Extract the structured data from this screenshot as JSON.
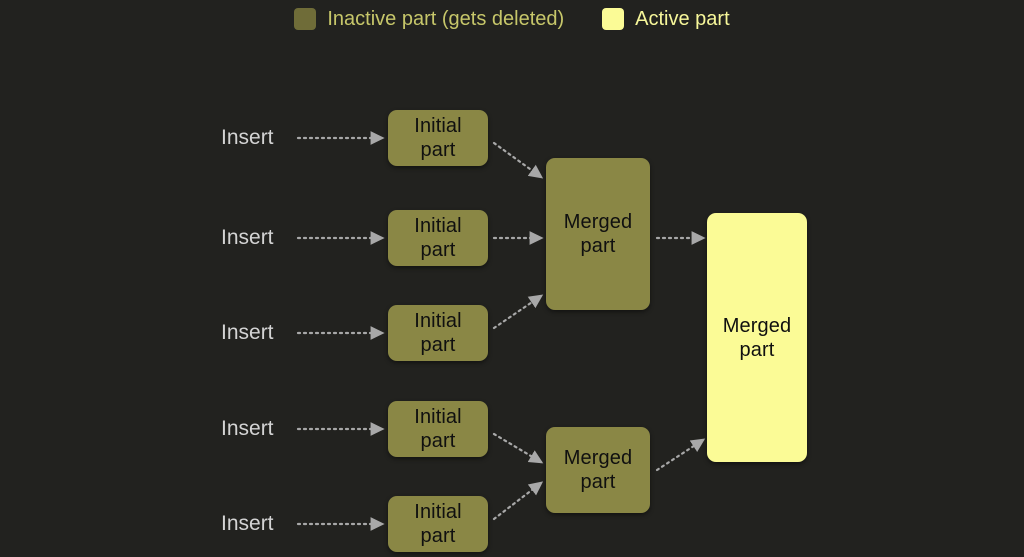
{
  "background_color": "#22221f",
  "legend": {
    "items": [
      {
        "label": "Inactive part (gets deleted)",
        "color": "#6f6c38",
        "state": "inactive"
      },
      {
        "label": "Active part",
        "color": "#fbfb96",
        "state": "active"
      }
    ]
  },
  "colors": {
    "inactive_box": "#8a8745",
    "active_box": "#fbfb96",
    "arrow": "#a8a8a8",
    "insert_text": "#d4d4d4",
    "box_text": "#101010"
  },
  "insert_labels": [
    {
      "text": "Insert"
    },
    {
      "text": "Insert"
    },
    {
      "text": "Insert"
    },
    {
      "text": "Insert"
    },
    {
      "text": "Insert"
    }
  ],
  "initial_parts": [
    {
      "text": "Initial\npart",
      "state": "inactive"
    },
    {
      "text": "Initial\npart",
      "state": "inactive"
    },
    {
      "text": "Initial\npart",
      "state": "inactive"
    },
    {
      "text": "Initial\npart",
      "state": "inactive"
    },
    {
      "text": "Initial\npart",
      "state": "inactive"
    }
  ],
  "merged_parts": [
    {
      "text": "Merged\npart",
      "state": "inactive"
    },
    {
      "text": "Merged\npart",
      "state": "inactive"
    }
  ],
  "final_part": {
    "text": "Merged\npart",
    "state": "active"
  },
  "edges": [
    {
      "from": "insert-1",
      "to": "initial-part-1",
      "style": "dotted"
    },
    {
      "from": "insert-2",
      "to": "initial-part-2",
      "style": "dotted"
    },
    {
      "from": "insert-3",
      "to": "initial-part-3",
      "style": "dotted"
    },
    {
      "from": "insert-4",
      "to": "initial-part-4",
      "style": "dotted"
    },
    {
      "from": "insert-5",
      "to": "initial-part-5",
      "style": "dotted"
    },
    {
      "from": "initial-part-1",
      "to": "merged-part-1",
      "style": "dotted"
    },
    {
      "from": "initial-part-2",
      "to": "merged-part-1",
      "style": "dotted"
    },
    {
      "from": "initial-part-3",
      "to": "merged-part-1",
      "style": "dotted"
    },
    {
      "from": "initial-part-4",
      "to": "merged-part-2",
      "style": "dotted"
    },
    {
      "from": "initial-part-5",
      "to": "merged-part-2",
      "style": "dotted"
    },
    {
      "from": "merged-part-1",
      "to": "final-merged-part",
      "style": "dotted"
    },
    {
      "from": "merged-part-2",
      "to": "final-merged-part",
      "style": "dotted"
    }
  ]
}
